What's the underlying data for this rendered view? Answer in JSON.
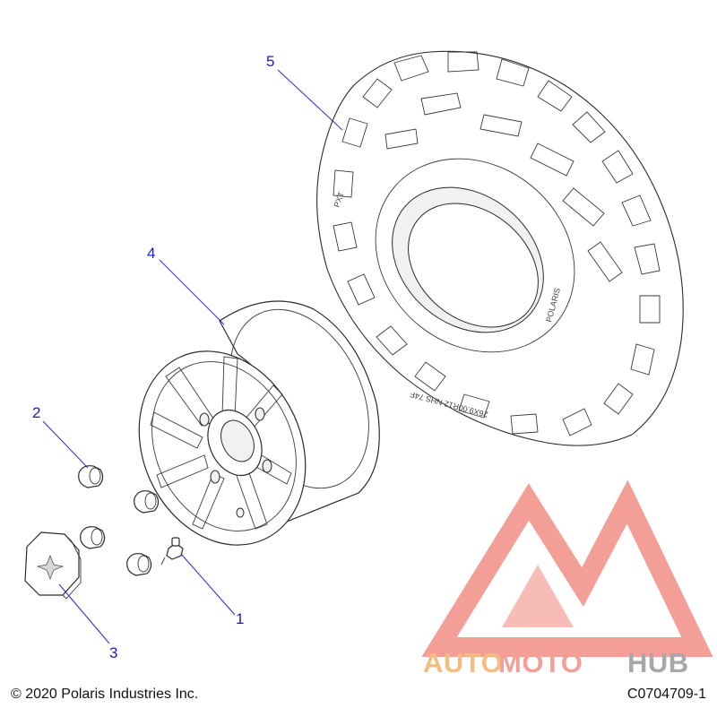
{
  "diagram": {
    "callouts": [
      {
        "id": "1",
        "label": "1"
      },
      {
        "id": "2",
        "label": "2"
      },
      {
        "id": "3",
        "label": "3"
      },
      {
        "id": "4",
        "label": "4"
      },
      {
        "id": "5",
        "label": "5"
      }
    ],
    "tire_sidewall": {
      "brand": "POLARIS",
      "model": "PXT",
      "size": "26X9.00R12 NHS 74F"
    },
    "colors": {
      "callout": "#1a1acc",
      "watermark_red": "#f28f86",
      "watermark_orange": "#f5b26b",
      "watermark_grey": "#9a9a9a"
    }
  },
  "watermark": {
    "part1": "AUTO",
    "part2": "MOTO",
    "part3": "HUB"
  },
  "footer": {
    "copyright": "© 2020 Polaris Industries Inc.",
    "code": "C0704709-1"
  }
}
